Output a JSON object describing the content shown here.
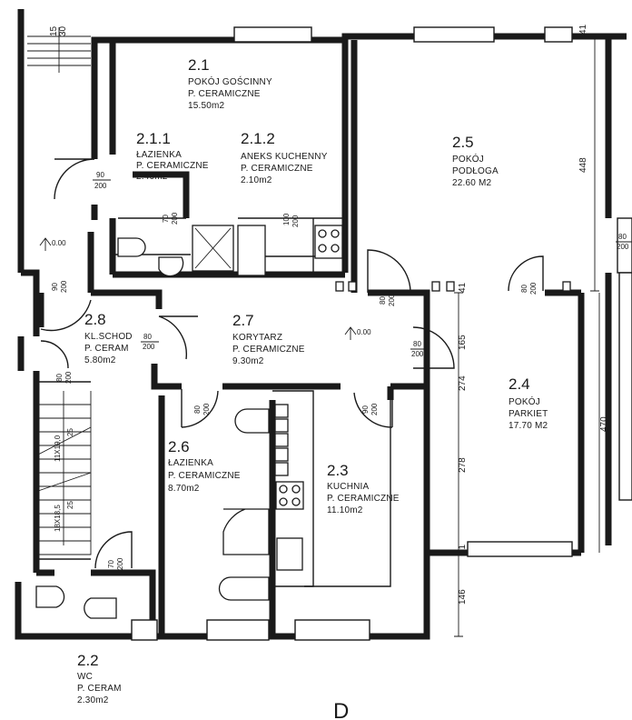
{
  "rooms": [
    {
      "id": "r21",
      "number": "2.1",
      "name": "POKÓJ GOŚCINNY",
      "floor": "P. CERAMICZNE",
      "area": "15.50m2"
    },
    {
      "id": "r211",
      "number": "2.1.1",
      "name": "ŁAZIENKA",
      "floor": "P. CERAMICZNE",
      "area": "2.40m2"
    },
    {
      "id": "r212",
      "number": "2.1.2",
      "name": "ANEKS KUCHENNY",
      "floor": "P. CERAMICZNE",
      "area": "2.10m2"
    },
    {
      "id": "r25",
      "number": "2.5",
      "name": "POKÓJ",
      "floor": "PODŁOGA",
      "area": "22.60 M2"
    },
    {
      "id": "r28",
      "number": "2.8",
      "name": "KL.SCHOD",
      "floor": "P. CERAM",
      "area": "5.80m2"
    },
    {
      "id": "r27",
      "number": "2.7",
      "name": "KORYTARZ",
      "floor": "P. CERAMICZNE",
      "area": "9.30m2"
    },
    {
      "id": "r24",
      "number": "2.4",
      "name": "POKÓJ",
      "floor": "PARKIET",
      "area": "17.70 M2"
    },
    {
      "id": "r26",
      "number": "2.6",
      "name": "ŁAZIENKA",
      "floor": "P. CERAMICZNE",
      "area": "8.70m2"
    },
    {
      "id": "r23",
      "number": "2.3",
      "name": "KUCHNIA",
      "floor": "P. CERAMICZNE",
      "area": "11.10m2"
    },
    {
      "id": "r22",
      "number": "2.2",
      "name": "WC",
      "floor": "P. CERAM",
      "area": "2.30m2"
    }
  ],
  "doors": {
    "d_211": {
      "w": "90",
      "h": "200"
    },
    "d_r28top": {
      "w": "90",
      "h": "200"
    },
    "d_r28": {
      "w": "80",
      "h": "200"
    },
    "d_stairs": {
      "w": "80",
      "h": "200"
    },
    "d_r26": {
      "w": "80",
      "h": "200"
    },
    "d_r23": {
      "w": "90",
      "h": "200"
    },
    "d_r22": {
      "w": "70",
      "h": "200"
    },
    "d_r211b": {
      "w": "70",
      "h": "200"
    },
    "d_r212": {
      "w": "100",
      "h": "200"
    },
    "d_r25": {
      "w": "80",
      "h": "200"
    },
    "d_r24": {
      "w": "80",
      "h": "200"
    },
    "d_hall_r": {
      "w": "80",
      "h": "200"
    },
    "d_right": {
      "w": "80",
      "h": "200"
    }
  },
  "dimensions": {
    "d41a": "41",
    "d448": "448",
    "d41b": "41",
    "d165": "165",
    "d274": "274",
    "d278": "278",
    "d41c": "41",
    "d146": "146",
    "d470": "470",
    "d30": "30",
    "d15": "15"
  },
  "levels": {
    "lv1": "0.00",
    "lv2": "0.00"
  },
  "stairs": {
    "s1": "11X19,0",
    "s2": "18X18,5",
    "s3": "25",
    "s4": "25"
  },
  "footer_mark": "D"
}
